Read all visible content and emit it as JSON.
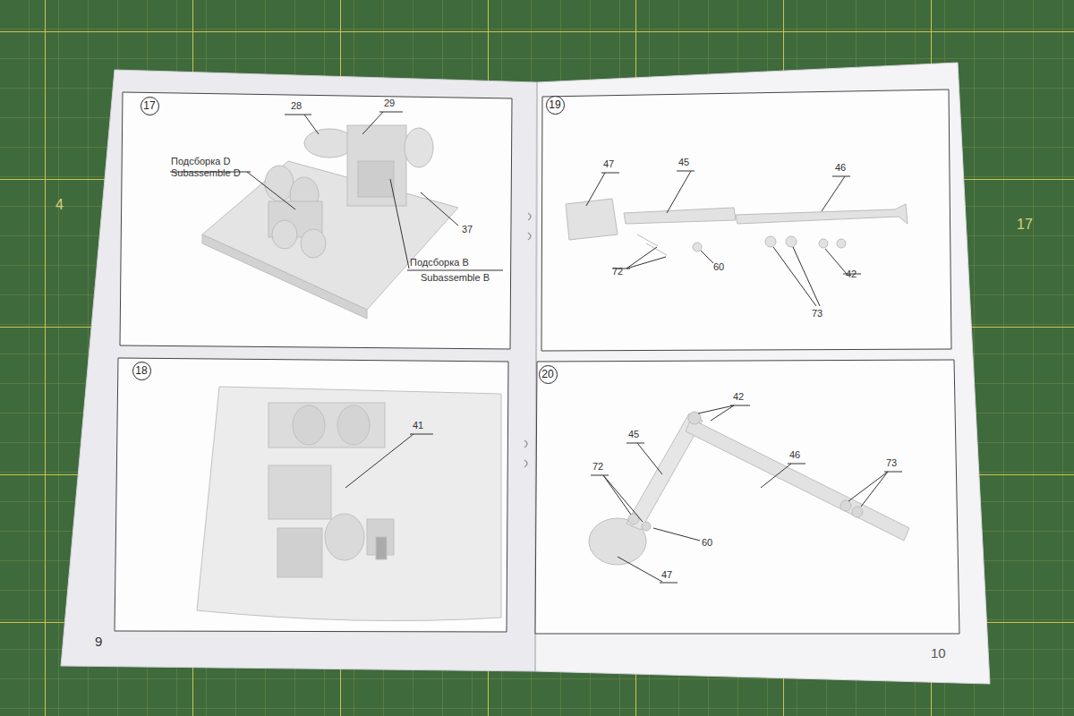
{
  "diagram": {
    "nodes": [
      {
        "text": [
          "17"
        ]
      },
      {
        "text": [
          "18"
        ]
      },
      {
        "text": [
          "19"
        ]
      },
      {
        "text": [
          "20"
        ]
      }
    ],
    "labels": [
      "28",
      "29",
      "Подсборка D",
      "Subassemble D",
      "37",
      "Подсборка B",
      "Subassemble B",
      "41",
      "47",
      "45",
      "46",
      "72",
      "60",
      "42",
      "73",
      "42",
      "45",
      "72",
      "46",
      "73",
      "60",
      "47",
      "9",
      "10",
      "4",
      "17"
    ]
  }
}
